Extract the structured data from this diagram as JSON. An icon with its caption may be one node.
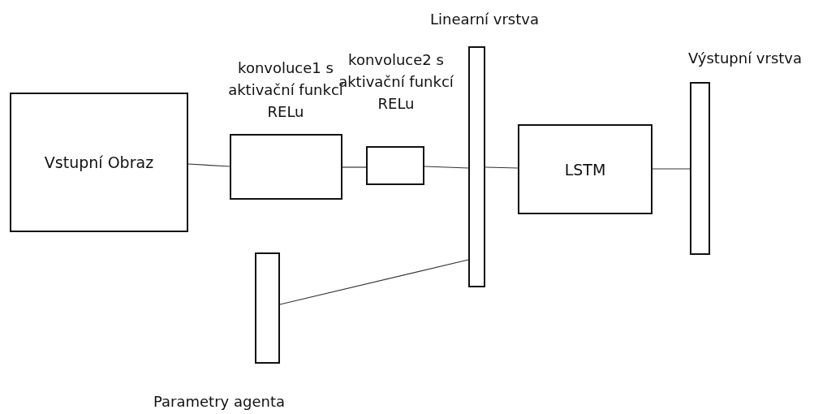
{
  "diagram": {
    "nodes": [
      {
        "text": [
          "Vstupní Obraz"
        ]
      },
      {
        "text": [
          "konvoluce1 s aktivační funkcí RELu"
        ]
      },
      {
        "text": [
          "konvoluce2 s aktivační funkcí RELu"
        ]
      },
      {
        "text": [
          "Linearní vrstva"
        ]
      },
      {
        "text": [
          "LSTM"
        ]
      },
      {
        "text": [
          "Výstupní vrstva"
        ]
      },
      {
        "text": [
          "Parametry agenta"
        ]
      }
    ],
    "edges": [
      {
        "from": 0,
        "to": 1,
        "arrow": "none"
      },
      {
        "from": 1,
        "to": 2,
        "arrow": "none"
      },
      {
        "from": 2,
        "to": 3,
        "arrow": "none"
      },
      {
        "from": 3,
        "to": 4,
        "arrow": "none"
      },
      {
        "from": 4,
        "to": 5,
        "arrow": "none"
      },
      {
        "from": 6,
        "to": 3,
        "arrow": "none"
      }
    ]
  }
}
